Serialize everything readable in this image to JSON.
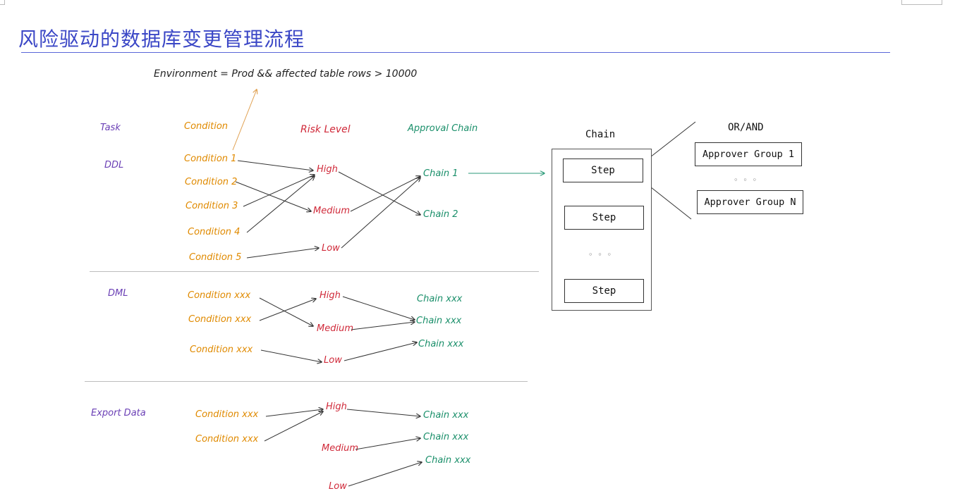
{
  "title": "风险驱动的数据库变更管理流程",
  "formula": "Environment = Prod && affected table rows > 10000",
  "headers": {
    "task": "Task",
    "condition": "Condition",
    "risk": "Risk Level",
    "approval": "Approval Chain"
  },
  "ddl": {
    "task": "DDL",
    "conditions": [
      "Condition 1",
      "Condition 2",
      "Condition 3",
      "Condition 4",
      "Condition 5"
    ],
    "risks": {
      "high": "High",
      "medium": "Medium",
      "low": "Low"
    },
    "chains": [
      "Chain 1",
      "Chain 2"
    ]
  },
  "dml": {
    "task": "DML",
    "conditions": [
      "Condition xxx",
      "Condition xxx",
      "Condition xxx"
    ],
    "risks": {
      "high": "High",
      "medium": "Medium",
      "low": "Low"
    },
    "chains": [
      "Chain xxx",
      "Chain xxx",
      "Chain xxx"
    ]
  },
  "export": {
    "task": "Export Data",
    "conditions": [
      "Condition xxx",
      "Condition xxx"
    ],
    "risks": {
      "high": "High",
      "medium": "Medium",
      "low": "Low"
    },
    "chains": [
      "Chain xxx",
      "Chain xxx",
      "Chain xxx"
    ]
  },
  "chain_box": {
    "label": "Chain",
    "steps": [
      "Step",
      "Step",
      "Step"
    ],
    "ellipsis": "◦ ◦ ◦"
  },
  "approver": {
    "label": "OR/AND",
    "groups": [
      "Approver Group 1",
      "Approver Group N"
    ],
    "ellipsis": "◦ ◦ ◦"
  }
}
